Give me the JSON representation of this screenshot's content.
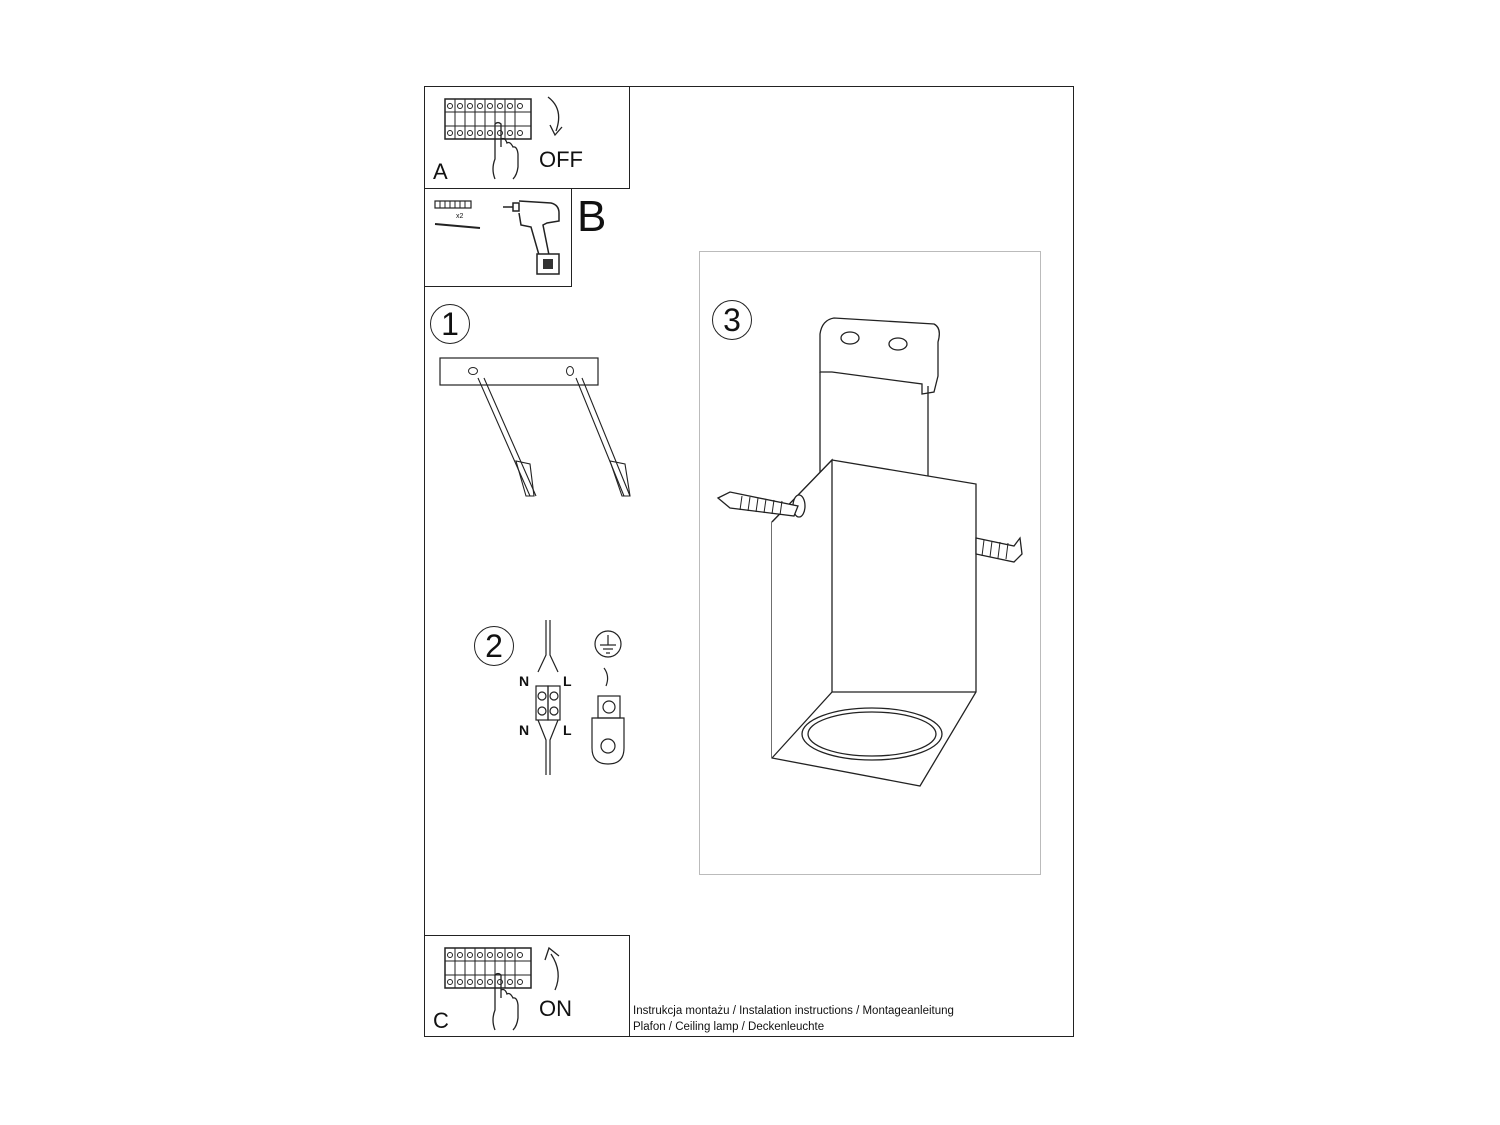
{
  "step_a": {
    "letter": "A",
    "word": "OFF"
  },
  "step_b": {
    "letter": "B",
    "quantity": "x2"
  },
  "step_1": {
    "number": "1"
  },
  "step_2": {
    "number": "2",
    "n_top": "N",
    "l_top": "L",
    "n_bottom": "N",
    "l_bottom": "L"
  },
  "step_3": {
    "number": "3"
  },
  "step_c": {
    "letter": "C",
    "word": "ON"
  },
  "footer": {
    "line1": "Instrukcja montażu / Instalation instructions / Montageanleitung",
    "line2": "Plafon / Ceiling lamp / Deckenleuchte"
  },
  "icons": [
    "breaker-panel-icon",
    "hand-icon",
    "arrow-icon",
    "wall-plug-icon",
    "screw-icon",
    "drill-icon",
    "earth-ground-icon",
    "terminal-block-icon",
    "ceiling-lamp-drawing"
  ]
}
